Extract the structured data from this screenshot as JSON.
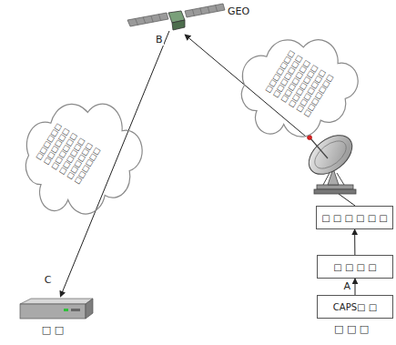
{
  "diagram": {
    "nodes": [
      {
        "text": [
          "GEO"
        ]
      },
      {
        "text": [
          "□□□□□□ □□□□□□ □□□□□□ □□□□□□ □□□□□□ □□□□□□"
        ]
      },
      {
        "text": [
          "□□□□□□□ □□□□□□□ □□□□□□□ □□□□□□□ □□□□□□□ □□□□□□□"
        ]
      },
      {
        "text": [
          "□ □"
        ]
      },
      {
        "text": [
          "□ □ □ □ □ □"
        ]
      },
      {
        "text": [
          "□ □ □ □"
        ]
      },
      {
        "text": [
          "CAPS□ □"
        ]
      }
    ],
    "edges": [
      {
        "from": 0,
        "to": 3,
        "label": "C",
        "arrow": "to"
      },
      {
        "from": 6,
        "to": 5,
        "label": "A",
        "arrow": "to"
      },
      {
        "from": 5,
        "to": 4,
        "arrow": "to"
      }
    ],
    "labels": [
      "B",
      "□ □ □"
    ]
  }
}
